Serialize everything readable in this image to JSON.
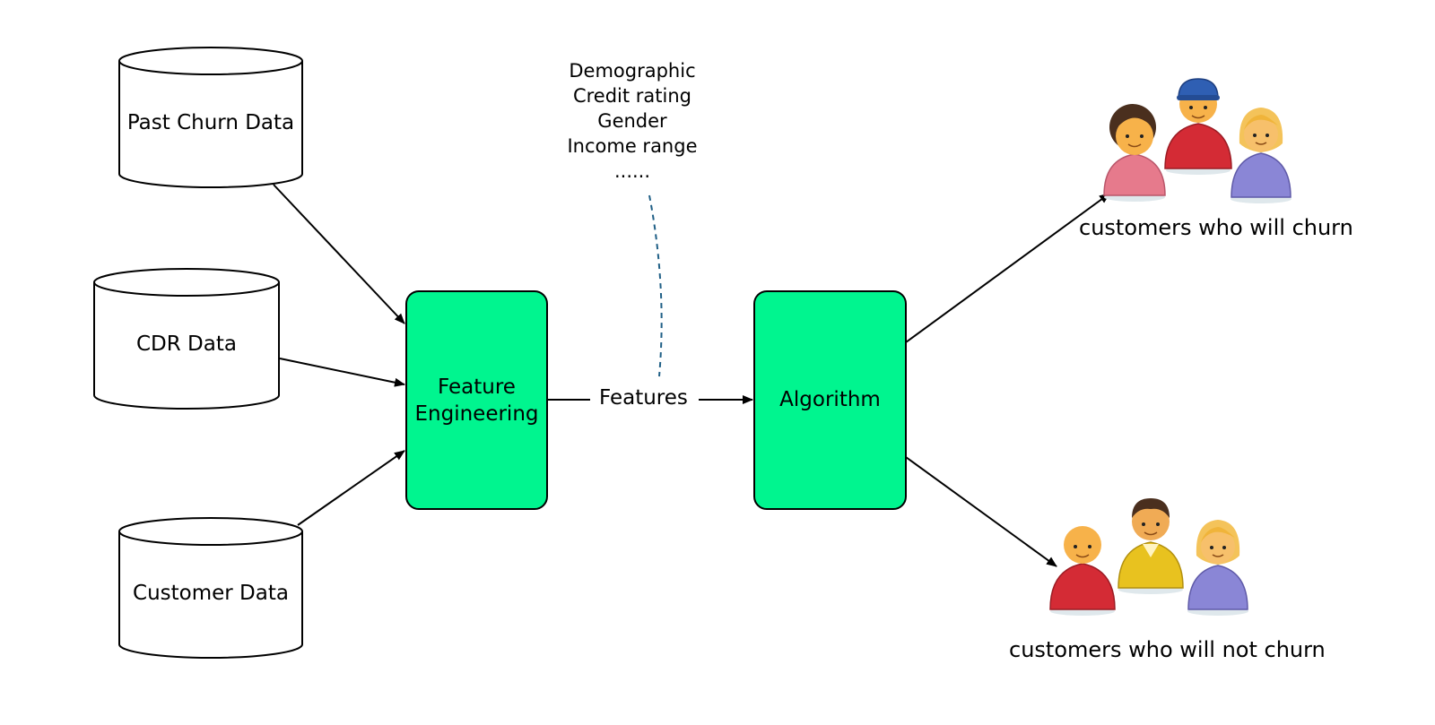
{
  "sources": {
    "past_churn": "Past Churn Data",
    "cdr": "CDR Data",
    "customer": "Customer Data"
  },
  "feature_engineering": {
    "line1": "Feature",
    "line2": "Engineering"
  },
  "features_label": "Features",
  "feature_examples": [
    "Demographic",
    "Credit rating",
    "Gender",
    "Income range",
    "......"
  ],
  "algorithm": "Algorithm",
  "outcomes": {
    "churn": "customers who will churn",
    "no_churn": "customers who will not churn"
  },
  "colors": {
    "process_box": "#00f58f",
    "dashed_line": "#1f5f86"
  }
}
